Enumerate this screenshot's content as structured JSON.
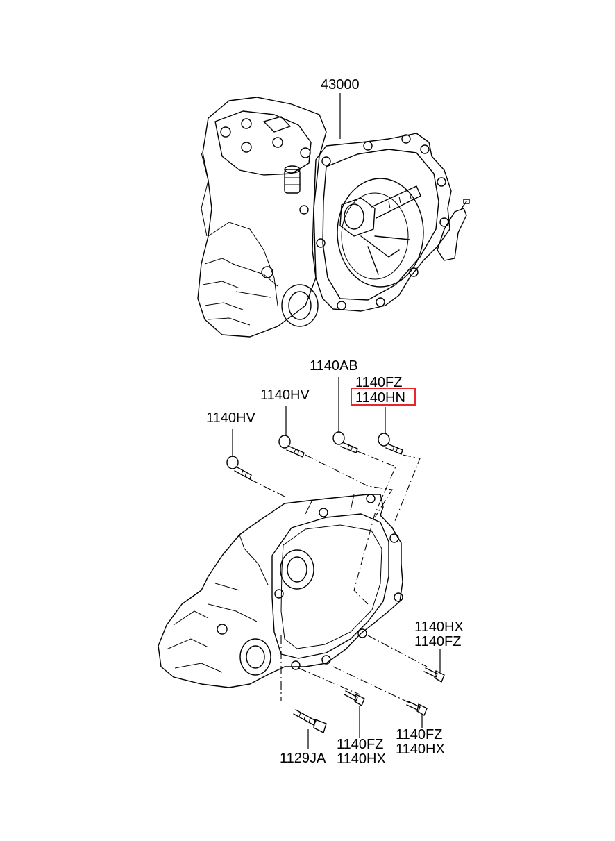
{
  "labels": {
    "transaxle_assy": "43000",
    "bolt_hv_right": "1140HV",
    "bolt_hv_left": "1140HV",
    "bolt_ab": "1140AB",
    "bolt_fz_top": "1140FZ",
    "bolt_hn_selected": "1140HN",
    "bolt_hx_right": "1140HX",
    "bolt_fz_right": "1140FZ",
    "bolt_fz_br": "1140FZ",
    "bolt_hx_br": "1140HX",
    "bolt_fz_bottom": "1140FZ",
    "bolt_hx_bottom": "1140HX",
    "bolt_ja": "1129JA"
  },
  "highlight_color": "#e8262b"
}
